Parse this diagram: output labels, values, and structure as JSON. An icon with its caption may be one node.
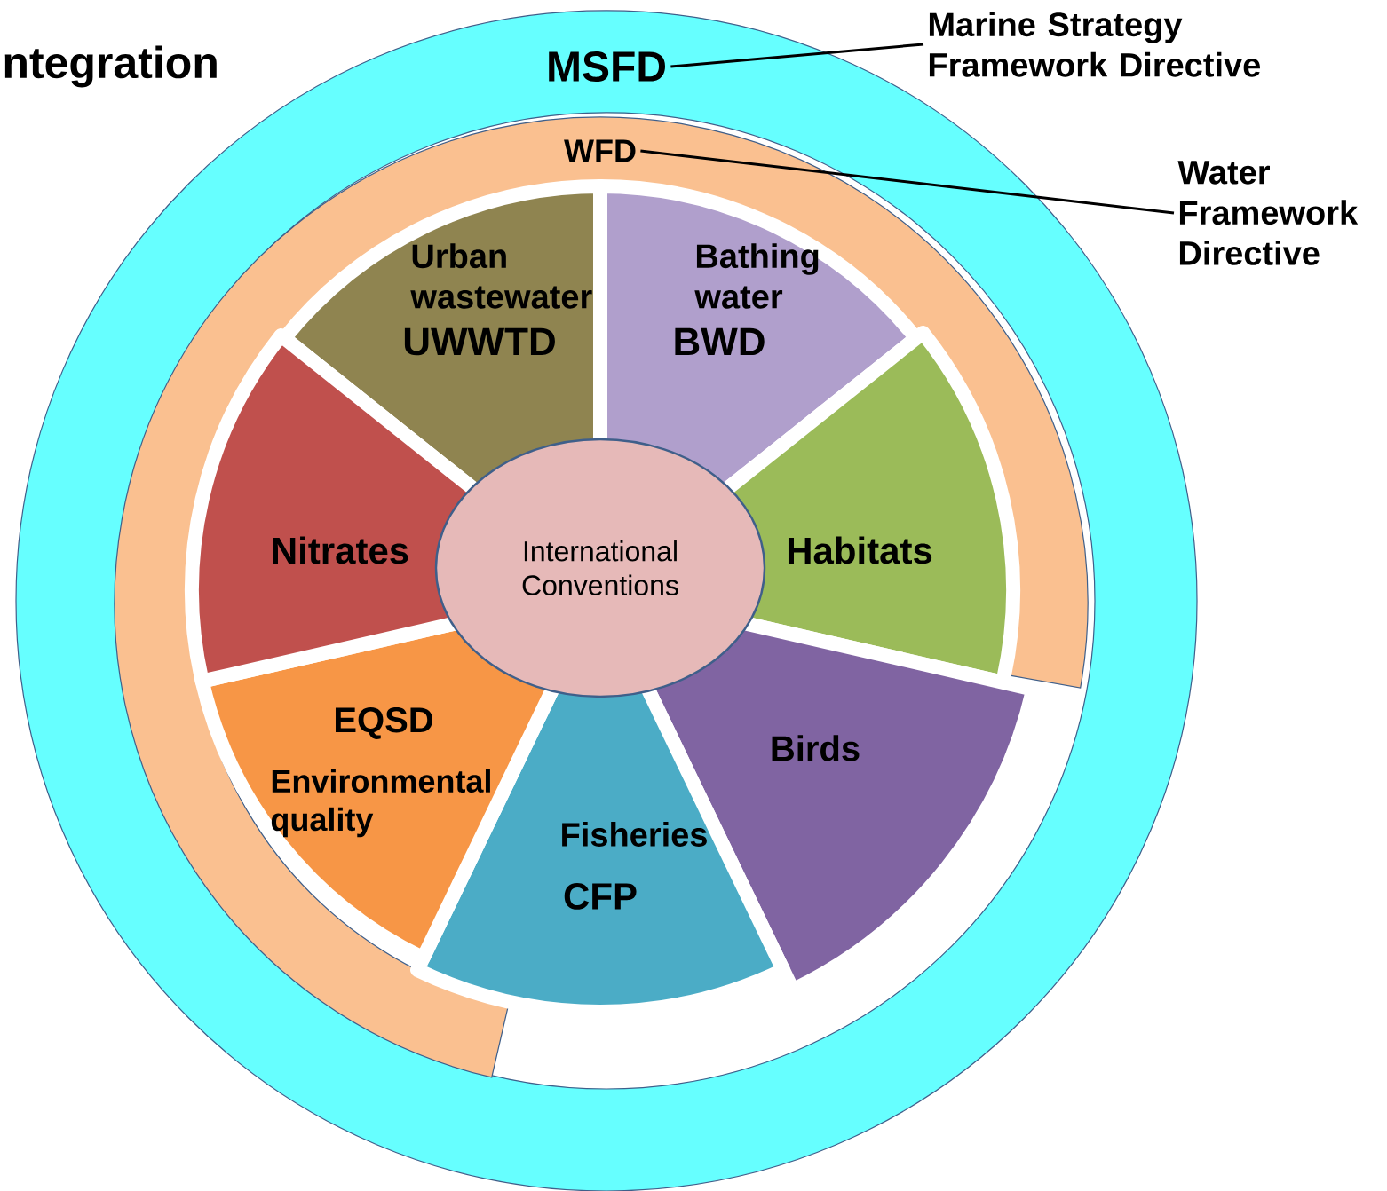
{
  "diagram": {
    "nodes": [
      {
        "text": [
          "MSFD"
        ]
      },
      {
        "text": [
          "WFD"
        ],
        "in": 0
      },
      {
        "text": [
          "Urban wastewater",
          "UWWTD"
        ],
        "in": 0
      },
      {
        "text": [
          "Bathing water",
          "BWD"
        ],
        "in": 0
      },
      {
        "text": [
          "Habitats"
        ],
        "in": 0
      },
      {
        "text": [
          "Birds"
        ],
        "in": 0
      },
      {
        "text": [
          "Fisheries",
          "CFP"
        ],
        "in": 0
      },
      {
        "text": [
          "EQSD",
          "Environmental quality"
        ],
        "in": 0
      },
      {
        "text": [
          "Nitrates"
        ],
        "in": 0
      },
      {
        "text": [
          "International Conventions"
        ],
        "in": 0
      },
      {
        "text": [
          "Marine Strategy Framework Directive"
        ]
      },
      {
        "text": [
          "Water Framework Directive"
        ]
      }
    ],
    "edges": [
      {
        "from": 10,
        "to": 0,
        "arrow": "none"
      },
      {
        "from": 11,
        "to": 1,
        "arrow": "none"
      }
    ],
    "labels": [
      "ntegration"
    ]
  }
}
